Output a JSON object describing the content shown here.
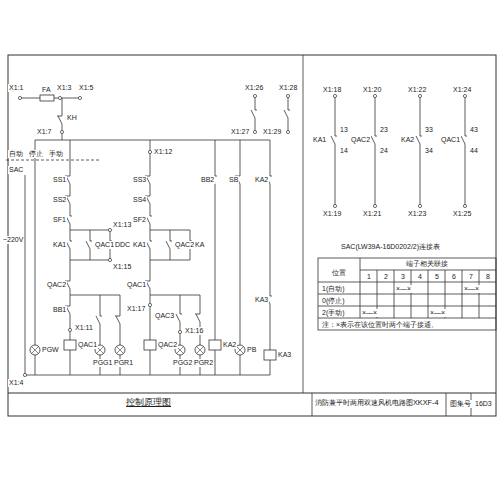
{
  "diagram": {
    "title": "消防兼平时两用双速风机电路图XKXF-4",
    "caption": "控制原理图",
    "labels": [
      "X1:1",
      "FA",
      "X1:3",
      "X1:5",
      "X1:7",
      "KH",
      "自动",
      "停止",
      "手动",
      "SAC",
      "X1:12",
      "SS1",
      "SS2",
      "SF1",
      "KA1",
      "QAC1",
      "DDC",
      "X1:13",
      "X1:15",
      "QAC2",
      "BB1",
      "X1:11",
      "SS3",
      "SS4",
      "SF2",
      "KA1",
      "QAC2",
      "KA",
      "QAC1",
      "X1:17",
      "QAC3",
      "X1:16",
      "BB2",
      "SB",
      "KA2",
      "KA3",
      "~220V",
      "PGW",
      "QAC1",
      "PGG1",
      "PGR1",
      "QAC2",
      "PGG2",
      "PGR2",
      "KA2",
      "PB",
      "KA3",
      "X1:4",
      "X1:26",
      "X1:28",
      "X1:27",
      "X1:29",
      "X1:18",
      "X1:20",
      "X1:22",
      "X1:24",
      "KA1",
      "QAC2",
      "KA2",
      "QAC1",
      "X1:19",
      "X1:21",
      "X1:23",
      "X1:25",
      "13",
      "14",
      "23",
      "24",
      "33",
      "34",
      "43",
      "44",
      "SAC(LW39A-16D0202/2)连接表",
      "位置",
      "端子相关联接",
      "1",
      "2",
      "3",
      "4",
      "5",
      "6",
      "7",
      "8",
      "1(自动)",
      "0(停止)",
      "2(手动)",
      "×—×",
      "×—×",
      "×—×",
      "×—×",
      "注：×表示在该位置时两个端子接通。",
      "图集号",
      "16D3"
    ]
  }
}
